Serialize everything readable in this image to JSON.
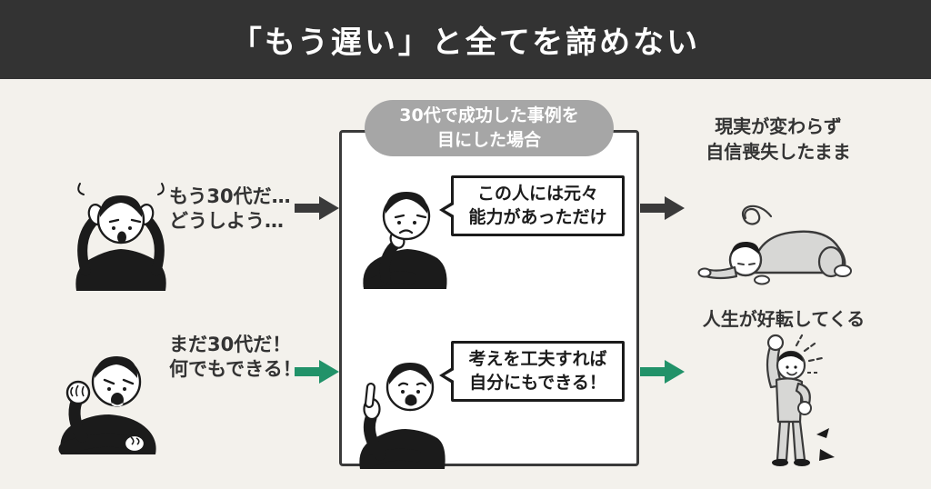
{
  "header": {
    "title": "「もう遅い」と全てを諦めない"
  },
  "condition_label": {
    "line1": "30代で成功した事例を",
    "line2": "目にした場合"
  },
  "rows": [
    {
      "trigger": {
        "line1": "もう30代だ…",
        "line2": "どうしよう…"
      },
      "thought": {
        "line1": "この人には元々",
        "line2": "能力があっただけ"
      },
      "outcome": {
        "line1": "現実が変わらず",
        "line2": "自信喪失したまま"
      },
      "arrow_color": "#3a3a3a",
      "illustrations": {
        "left": "worried-man-holding-head",
        "center": "man-thinking-hand-on-chin",
        "right": "man-collapsed-on-ground"
      }
    },
    {
      "trigger": {
        "line1": "まだ30代だ！",
        "line2": "何でもできる！"
      },
      "thought": {
        "line1": "考えを工夫すれば",
        "line2": "自分にもできる！"
      },
      "outcome": {
        "line1": "人生が好転してくる",
        "line2": ""
      },
      "arrow_color": "#219269",
      "illustrations": {
        "left": "determined-man-raising-fist",
        "center": "man-pointing-up",
        "right": "man-celebrating-jump"
      }
    }
  ],
  "colors": {
    "header_bg": "#333333",
    "header_fg": "#ffffff",
    "background": "#f3f1ec",
    "box_bg": "#ffffff",
    "box_border": "#3a3a3a",
    "pill_bg": "#a6a6a6",
    "pill_fg": "#ffffff",
    "text": "#333333",
    "arrow_dark": "#3a3a3a",
    "arrow_green": "#219269"
  }
}
